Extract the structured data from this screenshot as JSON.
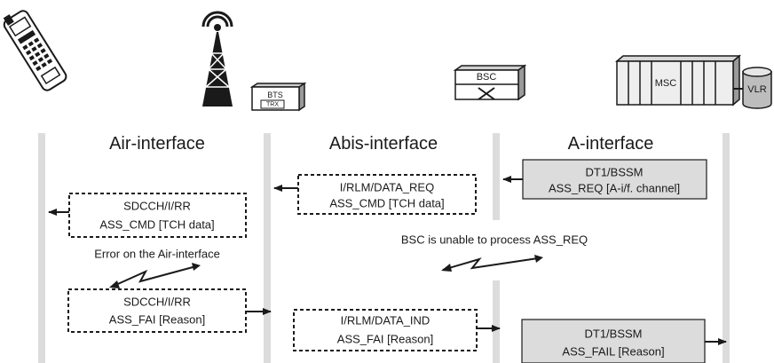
{
  "devices": {
    "bts_label": "BTS",
    "trx_label": "TRX",
    "bsc_label": "BSC",
    "msc_label": "MSC",
    "vlr_label": "VLR"
  },
  "interfaces": {
    "air": "Air-interface",
    "abis": "Abis-interface",
    "a": "A-interface"
  },
  "messages": {
    "dt1_bssm_req": {
      "line1": "DT1/BSSM",
      "line2": "ASS_REQ [A-i/f. channel]"
    },
    "rlm_data_req": {
      "line1": "I/RLM/DATA_REQ",
      "line2": "ASS_CMD [TCH data]"
    },
    "sdcch_ass_cmd": {
      "line1": "SDCCH/I/RR",
      "line2": "ASS_CMD [TCH data]"
    },
    "sdcch_ass_fai": {
      "line1": "SDCCH/I/RR",
      "line2": "ASS_FAI [Reason]"
    },
    "rlm_data_ind": {
      "line1": "I/RLM/DATA_IND",
      "line2": "ASS_FAI [Reason]"
    },
    "dt1_bssm_fail": {
      "line1": "DT1/BSSM",
      "line2": "ASS_FAIL [Reason]"
    }
  },
  "notes": {
    "bsc_unable": "BSC is unable to process ASS_REQ",
    "air_error": "Error on the Air-interface"
  }
}
